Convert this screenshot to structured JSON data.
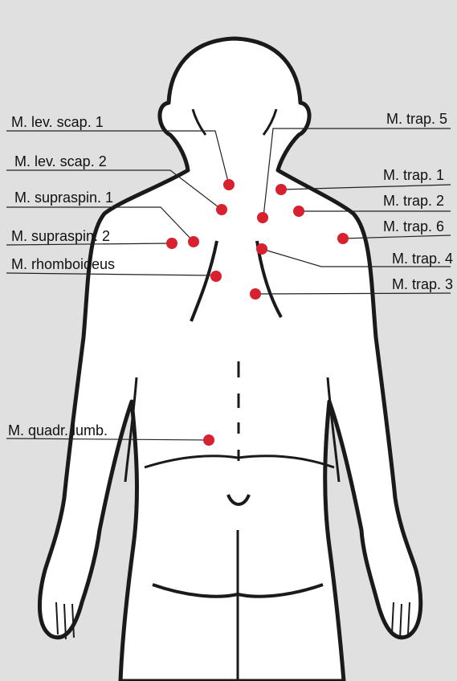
{
  "colors": {
    "background": "#e0e0e0",
    "body_fill": "#ffffff",
    "outline": "#1a1a1a",
    "marker": "#d8202e",
    "leader": "#222222"
  },
  "labels": {
    "lev_scap_1": "M. lev. scap. 1",
    "lev_scap_2": "M. lev. scap. 2",
    "supraspin_1": "M. supraspin. 1",
    "supraspin_2": "M. supraspin. 2",
    "rhomboideus": "M. rhomboideus",
    "quadr_lumb": "M. quadr. lumb.",
    "trap_5": "M. trap. 5",
    "trap_1": "M. trap. 1",
    "trap_2": "M. trap. 2",
    "trap_6": "M. trap. 6",
    "trap_4": "M. trap. 4",
    "trap_3": "M. trap. 3"
  }
}
